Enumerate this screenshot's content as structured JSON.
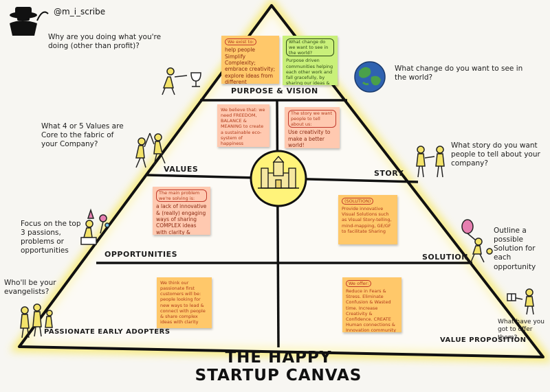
{
  "handle": "@m_i_scribe",
  "title": "THE HAPPY STARTUP CANVAS",
  "sections": {
    "purpose": "PURPOSE & VISION",
    "values": "VALUES",
    "story": "STORY",
    "opportunities": "OPPORTUNITIES",
    "solution": "SOLUTION",
    "early_adopters": "PASSIONATE EARLY ADOPTERS",
    "value_proposition": "VALUE PROPOSITION"
  },
  "questions": {
    "why": "Why are you doing what you're doing (other than profit)?",
    "change": "What change do you want to see in the world?",
    "values": "What 4 or 5 Values are Core to the fabric of your Company?",
    "story": "What story do you want people to tell about your company?",
    "passions": "Focus on the top 3 passions, problems or opportunities",
    "solution": "Outline a possible Solution for each opportunity",
    "evangelists": "Who'll be your evangelists?",
    "offer": "What have you got to offer them?"
  },
  "notes": {
    "we_exist": {
      "tag": "We exist to:",
      "text": "help people Simplify Complexity; embrace creativity; explore ideas from different perspectives"
    },
    "change_note": {
      "tag": "What change do we want to see in the world?",
      "text": "Purpose driven communities helping each other work and fall gracefully, by sharing our ideas & collaborating"
    },
    "we_believe": {
      "text": "We believe that: we need FREEDOM, BALANCE & MEANING to create a sustainable eco-system of happiness"
    },
    "story_note": {
      "tag": "The story we want people to tell about us:",
      "text": "Use creativity to make a better world!"
    },
    "problem": {
      "tag": "The main problem we're solving is:",
      "text": "a lack of innovative & (really) engaging ways of sharing COMPLEX ideas with clarity & equality"
    },
    "solution_note": {
      "tag": "(SOLUTION)",
      "text": "Provide innovative Visual Solutions such as Visual Story-telling, mind-mapping, GE/GF to facilitate Sharing"
    },
    "adopters": {
      "text": "We think our passionate first customers will be: people looking for new ways to lead & connect with people & share complex ideas with clarity"
    },
    "offer_note": {
      "tag": "We offer:",
      "text": "Reduce in Fears & Stress. Eliminate Confusion & Wasted time. Increase Creativity & Confidence. CREATE Human connections & Innovation community"
    }
  },
  "colors": {
    "glow": "#f7e96b",
    "line": "#111111",
    "note_orange": "#ffc86a",
    "note_pink": "#ffc9b0",
    "note_green": "#c9f07a",
    "center_circle": "#fff37a"
  },
  "icons": [
    "spy-icon",
    "trophy-figure-icon",
    "globe-icon",
    "high-five-figures-icon",
    "storytelling-figures-icon",
    "party-figure-icon",
    "balloon-figure-icon",
    "evangelist-figures-icon",
    "gift-figure-icon",
    "castle-icon",
    "heart-icon"
  ]
}
